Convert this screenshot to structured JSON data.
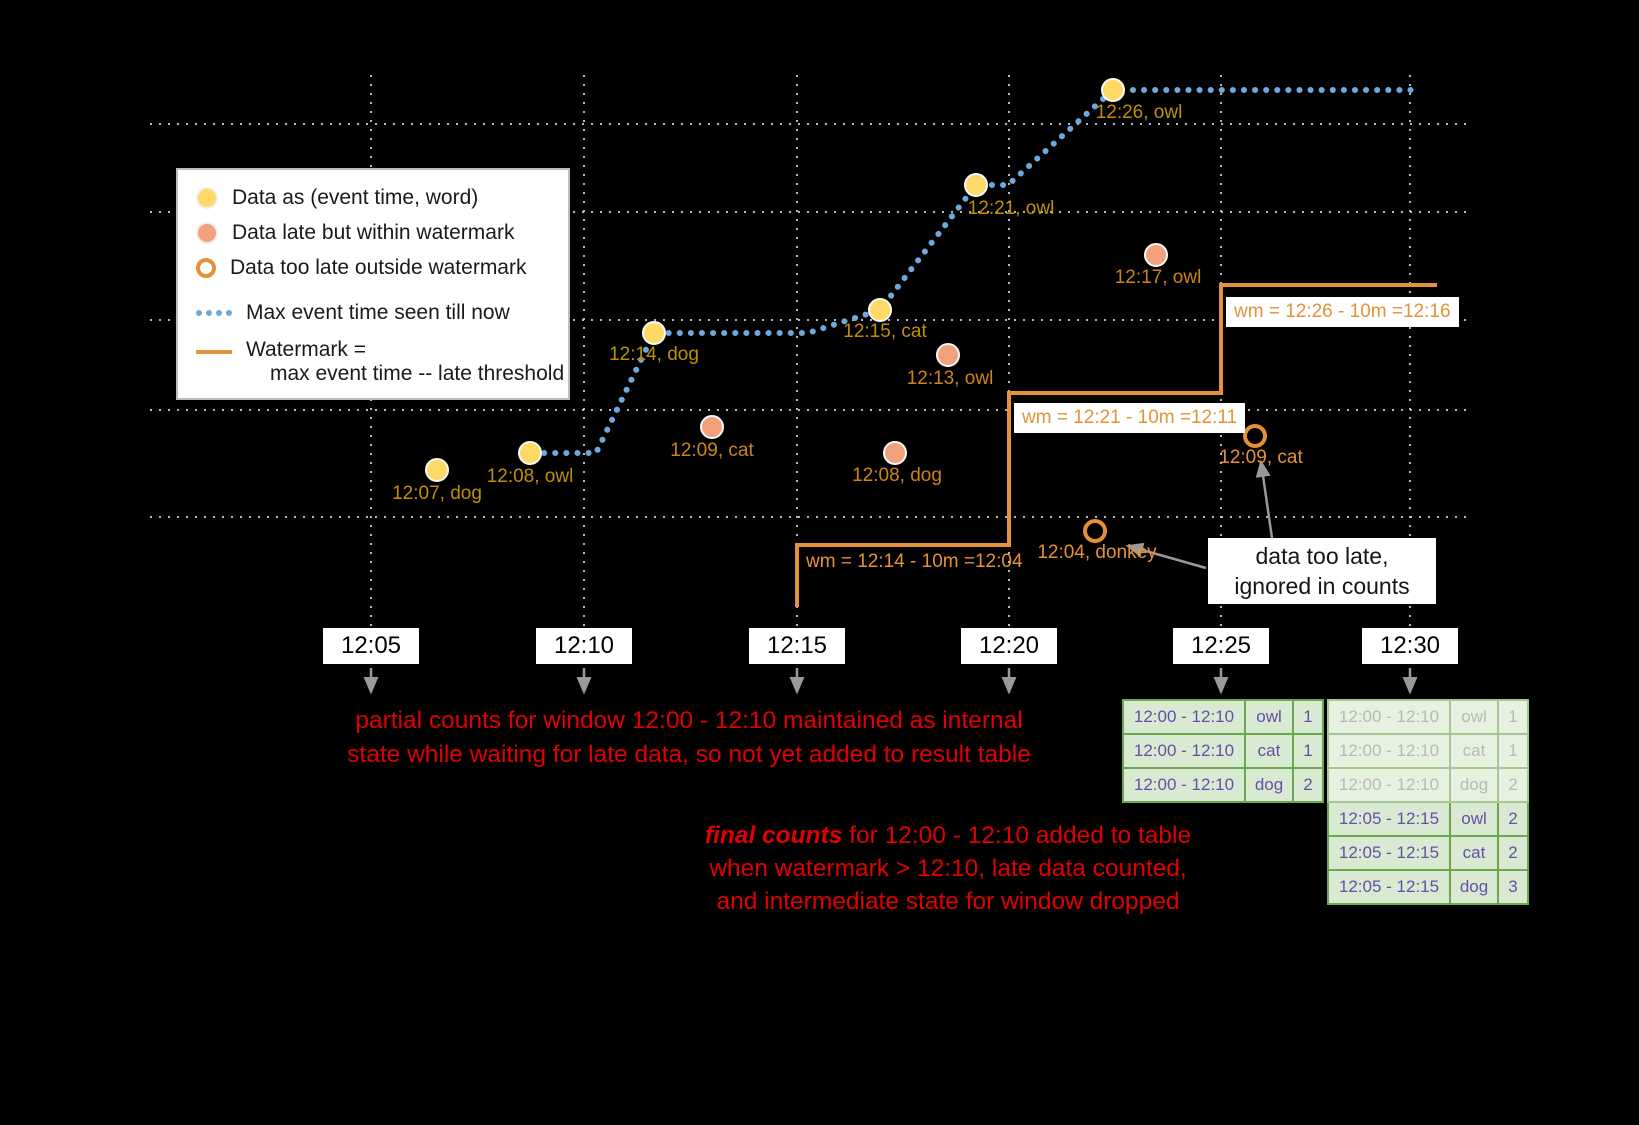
{
  "legend": {
    "item1": "Data as (event time, word)",
    "item2": "Data late but within watermark",
    "item3": "Data too late outside watermark",
    "item4": "Max event time seen till now",
    "item5a": "Watermark =",
    "item5b": "max event time -- late threshold"
  },
  "ticks": [
    "12:05",
    "12:10",
    "12:15",
    "12:20",
    "12:25",
    "12:30"
  ],
  "points": {
    "ontime": [
      {
        "label": "12:07, dog"
      },
      {
        "label": "12:08, owl"
      },
      {
        "label": "12:14, dog"
      },
      {
        "label": "12:15, cat"
      },
      {
        "label": "12:21, owl"
      },
      {
        "label": "12:26, owl"
      }
    ],
    "late": [
      {
        "label": "12:09, cat"
      },
      {
        "label": "12:08, dog"
      },
      {
        "label": "12:13, owl"
      },
      {
        "label": "12:17, owl"
      }
    ],
    "too_late": [
      {
        "label": "12:04, donkey"
      },
      {
        "label": "12:09, cat"
      }
    ]
  },
  "watermarks": [
    "wm = 12:14 - 10m =12:04",
    "wm = 12:21 - 10m =12:11",
    "wm = 12:26 - 10m =12:16"
  ],
  "annotations": {
    "partial1": "partial counts for window 12:00 - 12:10 maintained as internal",
    "partial2": "state while waiting for late data, so not yet added  to result table",
    "final_em": "final counts",
    "final_rest": " for 12:00 - 12:10 added to table",
    "final2": "when watermark > 12:10, late data counted,",
    "final3": "and intermediate state for window dropped",
    "note_line1": "data too late,",
    "note_line2": "ignored in counts"
  },
  "tables": {
    "t1": {
      "rows": [
        {
          "window": "12:00 - 12:10",
          "word": "owl",
          "count": "1"
        },
        {
          "window": "12:00 - 12:10",
          "word": "cat",
          "count": "1"
        },
        {
          "window": "12:00 - 12:10",
          "word": "dog",
          "count": "2"
        }
      ]
    },
    "t2": {
      "rows": [
        {
          "window": "12:00 - 12:10",
          "word": "owl",
          "count": "1"
        },
        {
          "window": "12:00 - 12:10",
          "word": "cat",
          "count": "1"
        },
        {
          "window": "12:00 - 12:10",
          "word": "dog",
          "count": "2"
        },
        {
          "window": "12:05 - 12:15",
          "word": "owl",
          "count": "2"
        },
        {
          "window": "12:05 - 12:15",
          "word": "cat",
          "count": "2"
        },
        {
          "window": "12:05 - 12:15",
          "word": "dog",
          "count": "3"
        }
      ]
    }
  },
  "colors": {
    "ontime_point": "#FFD966",
    "late_point": "#F2A17C",
    "too_late_stroke": "#E69138",
    "max_event_line": "#6FA8DC",
    "watermark_line": "#E69138",
    "annotation_red": "#E00000",
    "table_text": "#674EA7",
    "table_border": "#6AA84F",
    "table_bg": "#D9EAD3"
  }
}
